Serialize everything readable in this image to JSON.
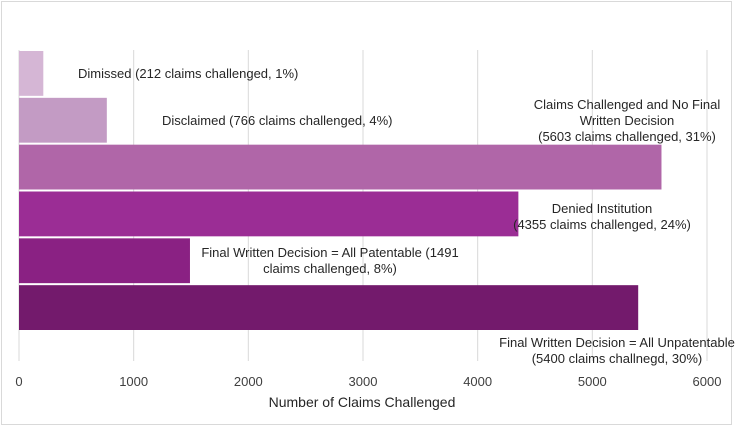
{
  "chart_data": {
    "type": "bar",
    "orientation": "horizontal",
    "title": "",
    "xlabel": "Number of Claims Challenged",
    "ylabel": "",
    "xlim": [
      0,
      6000
    ],
    "xticks": [
      "0",
      "1000",
      "2000",
      "3000",
      "4000",
      "5000",
      "6000"
    ],
    "grid": true,
    "legend": "none",
    "categories": [
      "Dimissed",
      "Disclaimed",
      "Claims Challenged and No Final Written Decision",
      "Denied Institution",
      "Final Written Decision = All Patentable",
      "Final Written Decision = All Unpatentable"
    ],
    "values": [
      212,
      766,
      5603,
      4355,
      1491,
      5400
    ],
    "colors": [
      "#d5b6d5",
      "#c39bc4",
      "#b066a8",
      "#9b2d95",
      "#8a2183",
      "#731a6c"
    ],
    "data_labels": [
      [
        "Dimissed (212 claims challenged, 1%)"
      ],
      [
        "Disclaimed (766 claims challenged, 4%)"
      ],
      [
        "Claims Challenged and No Final",
        "Written Decision",
        "(5603 claims challenged, 31%)"
      ],
      [
        "Denied Institution",
        "(4355 claims challenged, 24%)"
      ],
      [
        "Final Written Decision = All Patentable (1491",
        "claims challenged, 8%)"
      ],
      [
        "Final Written Decision = All Unpatentable",
        "(5400 claims challnegd, 30%)"
      ]
    ]
  }
}
